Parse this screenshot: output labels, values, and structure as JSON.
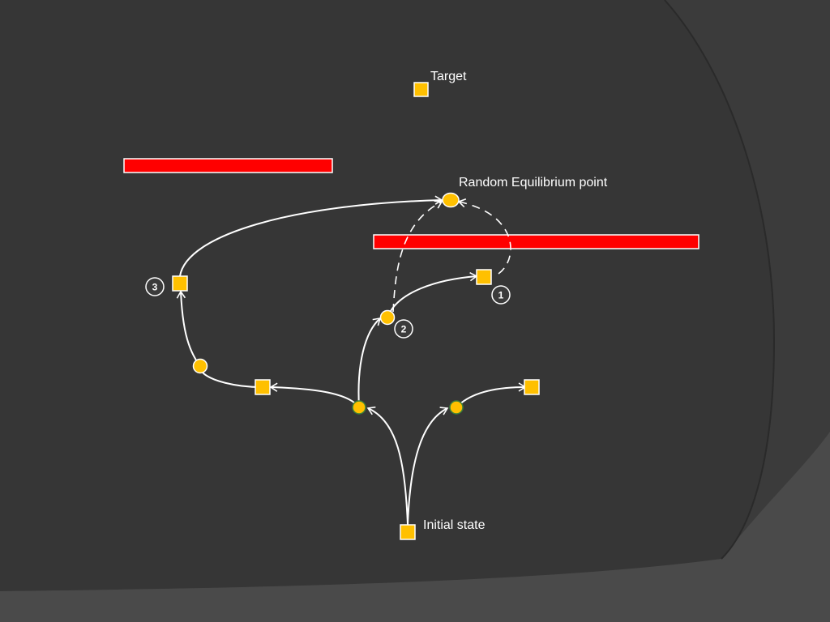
{
  "labels": {
    "target": "Target",
    "equilibrium": "Random Equilibrium point",
    "initial": "Initial state"
  },
  "badges": {
    "one": "1",
    "two": "2",
    "three": "3"
  },
  "colors": {
    "background": "#3b3b3b",
    "panel": "#363636",
    "lower_band": "#4a4a4a",
    "obstacle": "#ff0000",
    "node_fill": "#ffc000",
    "path": "#ffffff",
    "label": "#ffffff"
  }
}
